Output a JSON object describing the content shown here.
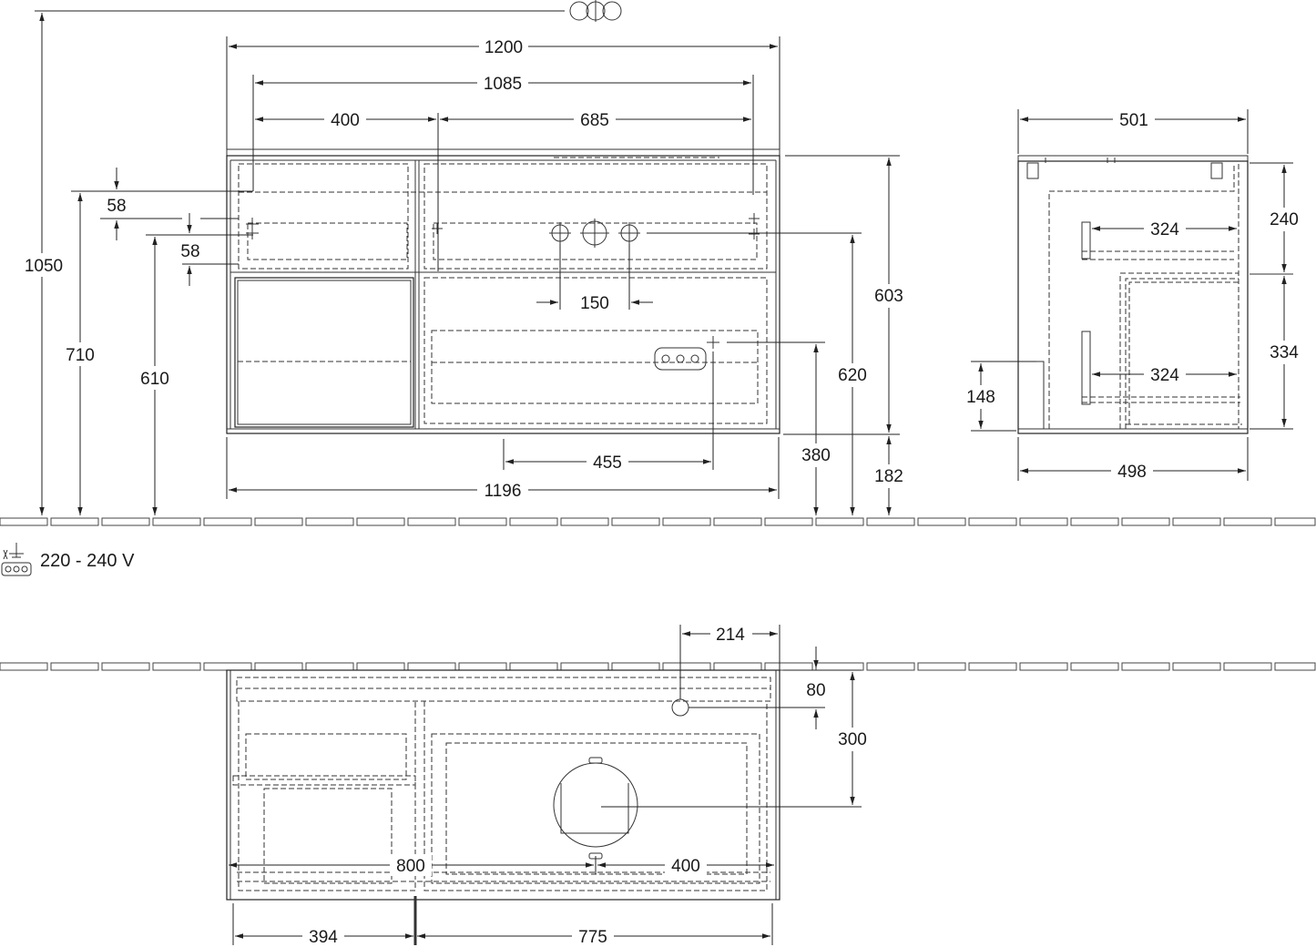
{
  "dims": {
    "total_height": "1050",
    "height_710": "710",
    "height_610": "610",
    "gap_58_a": "58",
    "gap_58_b": "58",
    "width_1200": "1200",
    "width_1085": "1085",
    "width_400_top": "400",
    "width_685": "685",
    "tap_spacing": "150",
    "height_603": "603",
    "height_620": "620",
    "width_455": "455",
    "height_380": "380",
    "height_182": "182",
    "width_1196": "1196",
    "side_501": "501",
    "side_240": "240",
    "side_324_top": "324",
    "side_334": "334",
    "side_148": "148",
    "side_324_bottom": "324",
    "side_498": "498",
    "plan_214": "214",
    "plan_80": "80",
    "plan_300": "300",
    "plan_800": "800",
    "plan_400": "400",
    "plan_394": "394",
    "plan_775": "775"
  },
  "electrical": {
    "voltage": "220 - 240 V",
    "symbol_icon": "socket-icon"
  }
}
